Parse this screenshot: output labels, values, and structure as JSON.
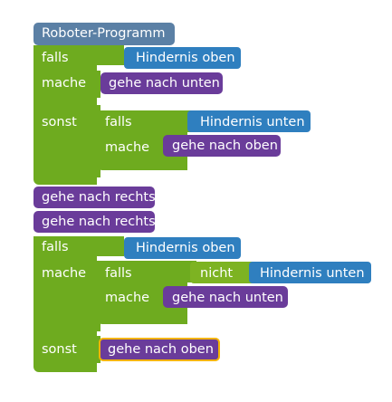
{
  "program": {
    "title": "Roboter-Programm"
  },
  "blocks": {
    "falls": "falls",
    "mache": "mache",
    "sonst": "sonst",
    "nicht": "nicht",
    "hindernis_oben": "Hindernis oben",
    "hindernis_unten": "Hindernis unten",
    "gehe_nach_unten": "gehe nach unten",
    "gehe_nach_oben": "gehe nach oben",
    "gehe_nach_rechts": "gehe nach rechts"
  },
  "colors": {
    "header": "#5b80a5",
    "control": "#6eab1f",
    "sensor": "#2f7fbf",
    "action": "#6a3c9a",
    "selected_outline": "#f4b400"
  }
}
